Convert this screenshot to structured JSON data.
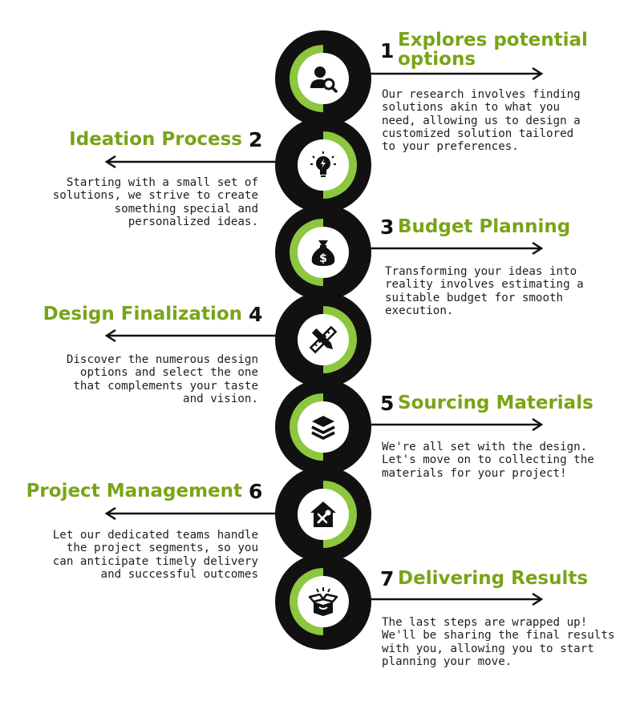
{
  "accent_color": "#8dc63f",
  "steps": [
    {
      "number": "1",
      "title": "Explores potential options",
      "icon": "user-search-icon",
      "description": "Our research involves finding\nsolutions akin to what you\nneed, allowing us to design a\ncustomized solution tailored\nto your preferences."
    },
    {
      "number": "2",
      "title": "Ideation Process",
      "icon": "lightbulb-icon",
      "description": "Starting with a small set of\nsolutions, we strive to create\nsomething special and\npersonalized ideas."
    },
    {
      "number": "3",
      "title": "Budget Planning",
      "icon": "money-bag-icon",
      "description": "Transforming your ideas into\nreality involves estimating a\nsuitable budget for smooth\nexecution."
    },
    {
      "number": "4",
      "title": "Design Finalization",
      "icon": "ruler-pencil-icon",
      "description": "Discover the numerous design\noptions and select the one\nthat complements your taste\nand vision."
    },
    {
      "number": "5",
      "title": "Sourcing Materials",
      "icon": "layers-icon",
      "description": "We're all set with the design.\nLet's move on to collecting the\nmaterials for your project!"
    },
    {
      "number": "6",
      "title": "Project Management",
      "icon": "house-tools-icon",
      "description": "Let our dedicated teams handle\nthe project segments, so you\ncan anticipate timely delivery\nand successful outcomes"
    },
    {
      "number": "7",
      "title": "Delivering Results",
      "icon": "open-box-icon",
      "description": "The last steps are wrapped up!\nWe'll be sharing the final results\nwith you, allowing you to start\nplanning your move."
    }
  ]
}
